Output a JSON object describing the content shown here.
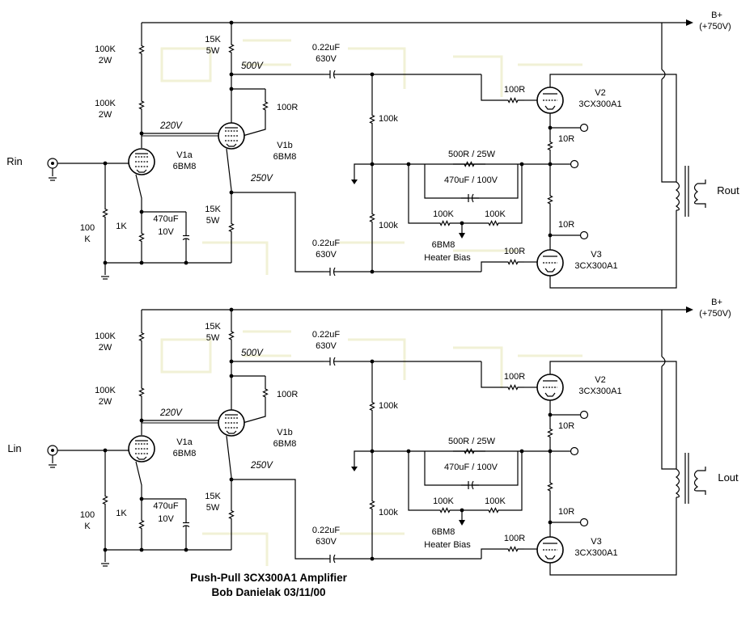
{
  "title": {
    "line1": "Push-Pull 3CX300A1 Amplifier",
    "line2": "Bob Danielak   03/11/00"
  },
  "channels": [
    {
      "input_label": "Rin",
      "output_label": "Rout",
      "supply": {
        "label": "B+",
        "voltage": "(+750V)"
      },
      "labels": {
        "r_top_a": [
          "100K",
          "2W"
        ],
        "r_top_b": [
          "100K",
          "2W"
        ],
        "r_plate_v1b": [
          "15K",
          "5W"
        ],
        "v_500": "500V",
        "cap_top": [
          "0.22uF",
          "630V"
        ],
        "r_grid_v2": "100R",
        "tube_v2": [
          "V2",
          "3CX300A1"
        ],
        "r_100r_v1b": "100R",
        "v_220": "220V",
        "tube_v1b": [
          "V1b",
          "6BM8"
        ],
        "r_100k_top": "100k",
        "r_10r_v2": "10R",
        "tube_v1a": [
          "V1a",
          "6BM8"
        ],
        "r_bias": "500R / 25W",
        "v_250": "250V",
        "cap_bias": "470uF / 100V",
        "r_cath_v1b": [
          "15K",
          "5W"
        ],
        "r_grid_in": [
          "100",
          "K"
        ],
        "r_cath_v1a": "1K",
        "cap_cath": [
          "470uF",
          "10V"
        ],
        "r_100k_bot": "100k",
        "r_div_a": "100K",
        "r_div_b": "100K",
        "r_10r_v3": "10R",
        "heater_bias": [
          "6BM8",
          "Heater Bias"
        ],
        "cap_bot": [
          "0.22uF",
          "630V"
        ],
        "r_grid_v3": "100R",
        "tube_v3": [
          "V3",
          "3CX300A1"
        ]
      }
    },
    {
      "input_label": "Lin",
      "output_label": "Lout",
      "supply": {
        "label": "B+",
        "voltage": "(+750V)"
      },
      "labels": {
        "r_top_a": [
          "100K",
          "2W"
        ],
        "r_top_b": [
          "100K",
          "2W"
        ],
        "r_plate_v1b": [
          "15K",
          "5W"
        ],
        "v_500": "500V",
        "cap_top": [
          "0.22uF",
          "630V"
        ],
        "r_grid_v2": "100R",
        "tube_v2": [
          "V2",
          "3CX300A1"
        ],
        "r_100r_v1b": "100R",
        "v_220": "220V",
        "tube_v1b": [
          "V1b",
          "6BM8"
        ],
        "r_100k_top": "100k",
        "r_10r_v2": "10R",
        "tube_v1a": [
          "V1a",
          "6BM8"
        ],
        "r_bias": "500R / 25W",
        "v_250": "250V",
        "cap_bias": "470uF / 100V",
        "r_cath_v1b": [
          "15K",
          "5W"
        ],
        "r_grid_in": [
          "100",
          "K"
        ],
        "r_cath_v1a": "1K",
        "cap_cath": [
          "470uF",
          "10V"
        ],
        "r_100k_bot": "100k",
        "r_div_a": "100K",
        "r_div_b": "100K",
        "r_10r_v3": "10R",
        "heater_bias": [
          "6BM8",
          "Heater Bias"
        ],
        "cap_bot": [
          "0.22uF",
          "630V"
        ],
        "r_grid_v3": "100R",
        "tube_v3": [
          "V3",
          "3CX300A1"
        ]
      }
    }
  ]
}
